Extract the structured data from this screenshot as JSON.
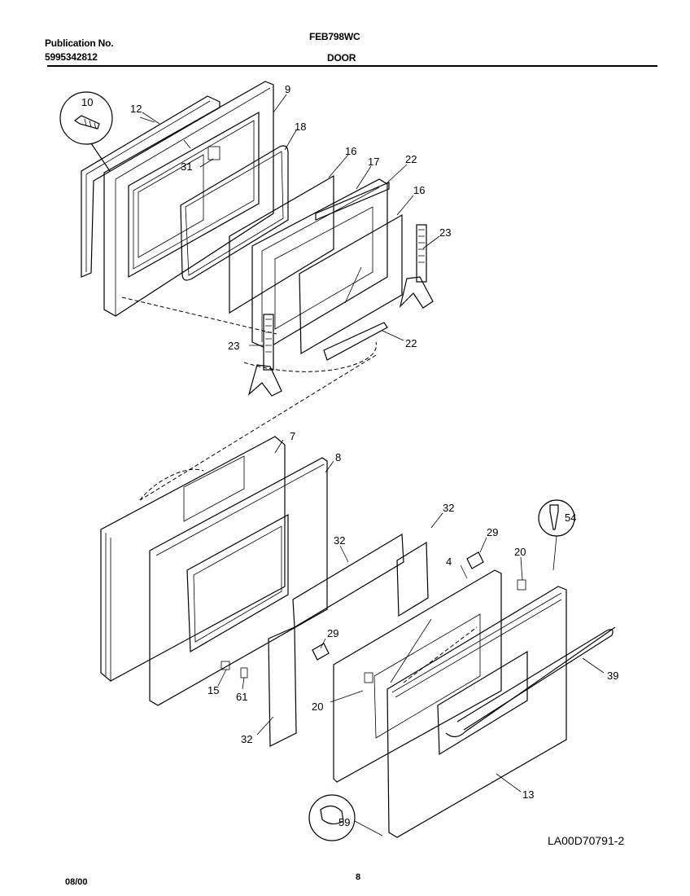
{
  "header": {
    "publication_label": "Publication No.",
    "publication_number": "5995342812",
    "model": "FEB798WC",
    "section": "DOOR"
  },
  "footer": {
    "drawing_id": "LA00D70791-2",
    "date": "08/00",
    "page": "8"
  },
  "callouts": {
    "c10": "10",
    "c12": "12",
    "c9": "9",
    "c18": "18",
    "c16a": "16",
    "c17": "17",
    "c22a": "22",
    "c16b": "16",
    "c31": "31",
    "c23a": "23",
    "c23b": "23",
    "c22b": "22",
    "c7": "7",
    "c8": "8",
    "c32a": "32",
    "c32b": "32",
    "c29a": "29",
    "c54": "54",
    "c4": "4",
    "c20a": "20",
    "c29b": "29",
    "c20b": "20",
    "c39": "39",
    "c15": "15",
    "c61": "61",
    "c32c": "32",
    "c13": "13",
    "c59": "59"
  }
}
